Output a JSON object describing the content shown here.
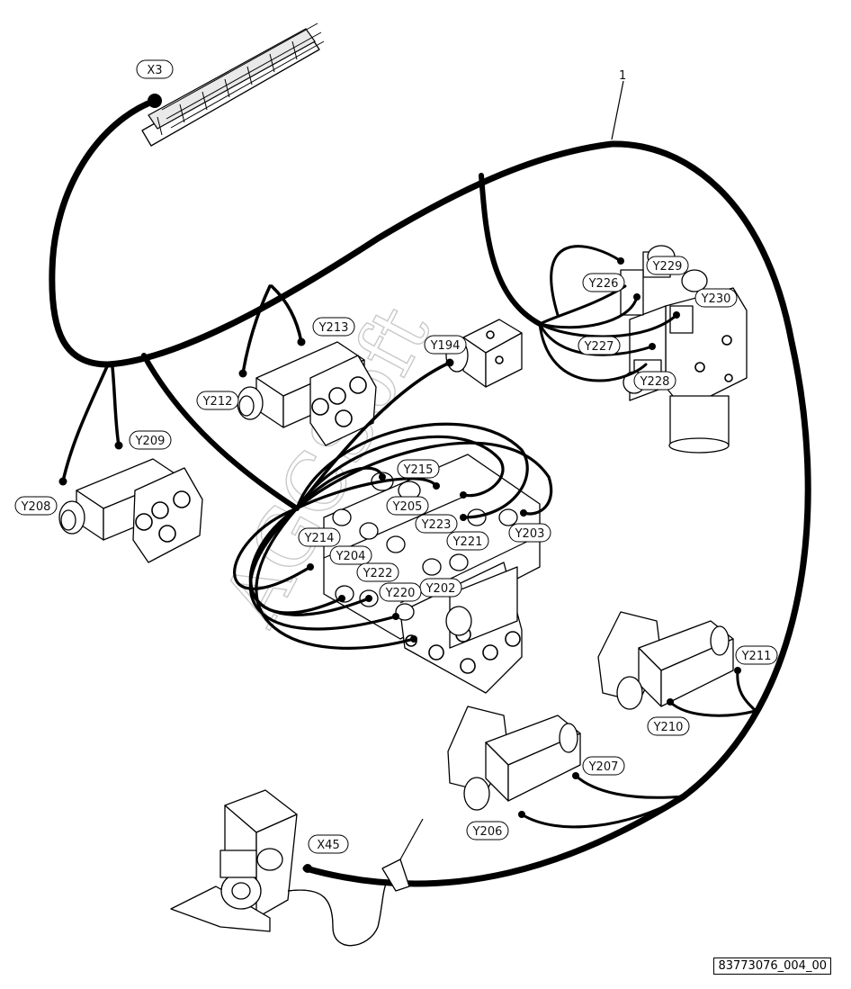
{
  "labels": {
    "x3": "X3",
    "x45": "X45",
    "item1": "1",
    "y194": "Y194",
    "y202": "Y202",
    "y203": "Y203",
    "y204": "Y204",
    "y205": "Y205",
    "y206": "Y206",
    "y207": "Y207",
    "y208": "Y208",
    "y209": "Y209",
    "y210": "Y210",
    "y211": "Y211",
    "y212": "Y212",
    "y213": "Y213",
    "y214": "Y214",
    "y215": "Y215",
    "y220": "Y220",
    "y221": "Y221",
    "y222": "Y222",
    "y223": "Y223",
    "y226": "Y226",
    "y227": "Y227",
    "y228": "Y228",
    "y229": "Y229",
    "y230": "Y230"
  },
  "watermark": "AGCSoft",
  "document_code": "83773076_004_00"
}
